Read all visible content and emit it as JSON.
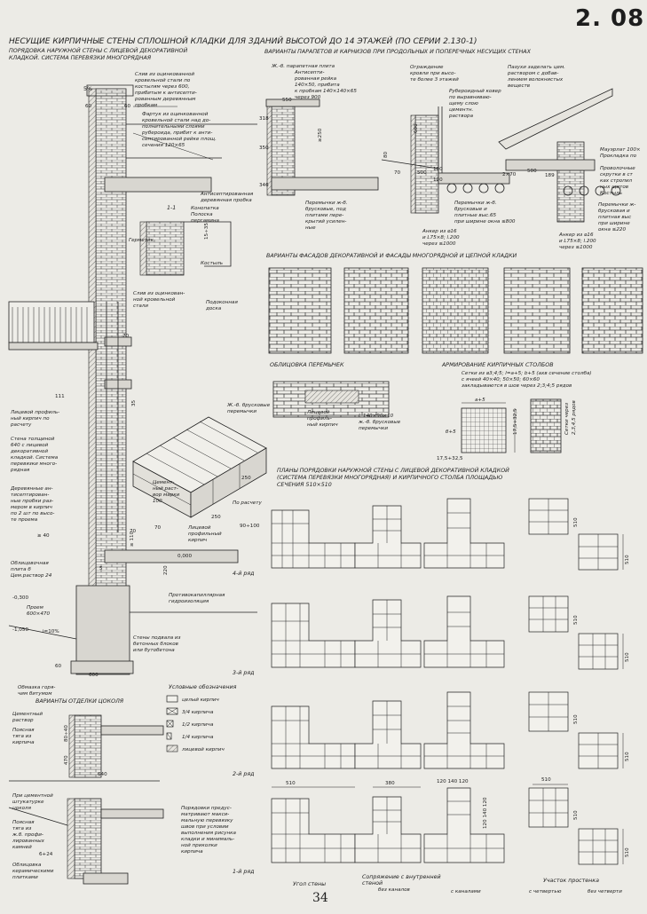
{
  "sheet_no": "2. 08",
  "page_number": "34",
  "title": "НЕСУЩИЕ КИРПИЧНЫЕ СТЕНЫ СПЛОШНОЙ КЛАДКИ ДЛЯ ЗДАНИЙ ВЫСОТОЙ ДО 14 ЭТАЖЕЙ (ПО СЕРИИ 2.130-1)",
  "left_heading": [
    "ПОРЯДОВКА НАРУЖНОЙ СТЕНЫ С ЛИЦЕВОЙ ДЕКОРАТИВНОЙ",
    "КЛАДКОЙ. СИСТЕМА ПЕРЕВЯЗКИ МНОГОРЯДНАЯ"
  ],
  "parapet_heading": "ВАРИАНТЫ ПАРАПЕТОВ И КАРНИЗОВ ПРИ ПРОДОЛЬНЫХ И ПОПЕРЕЧНЫХ НЕСУЩИХ СТЕНАХ",
  "facades_heading": "ВАРИАНТЫ ФАСАДОВ ДЕКОРАТИВНОЙ И ФАСАДЫ МНОГОРЯДНОЙ И ЦЕПНОЙ КЛАДКИ",
  "lintel_heading": "ОБЛИЦОВКА ПЕРЕМЫЧЕК",
  "pillar_heading": "АРМИРОВАНИЕ КИРПИЧНЫХ СТОЛБОВ",
  "pillar_note": [
    "Сетки из ⌀3;4;5; l=a+5; b+5 (ахв сечение столба)",
    "с ячеей 40×40; 50×50; 60×60",
    "закладываются в шов через 2;3;4;5 рядов"
  ],
  "plans_heading": [
    "ПЛАНЫ ПОРЯДОВКИ НАРУЖНОЙ СТЕНЫ С ЛИЦЕВОЙ ДЕКОРАТИВНОЙ КЛАДКОЙ",
    "(СИСТЕМА ПЕРЕВЯЗКИ МНОГОРЯДНАЯ) И КИРПИЧНОГО СТОЛБА ПЛОЩАДЬЮ",
    "СЕЧЕНИЯ 510×510"
  ],
  "plinth_heading": "ВАРИАНТЫ ОТДЕЛКИ ЦОКОЛЯ",
  "legend": {
    "title": "Условные обозначения",
    "items": [
      "целый кирпич",
      "3/4 кирпича",
      "1/2 кирпича",
      "1/4 кирпича",
      "лицевой кирпич"
    ]
  },
  "rows": [
    "4-й ряд",
    "3-й ряд",
    "2-й ряд",
    "1-й ряд"
  ],
  "bottom_captions": {
    "corner": "Угол стены",
    "junction": [
      "Сопряжение с внутренней",
      "стеной"
    ],
    "no_channels": "без каналов",
    "with_channels": "с каналами",
    "pier": "Участок простенка",
    "with_quarter": "с четвертью",
    "without_quarter": "без четверти"
  },
  "note_bottom": [
    "Порядовки предус-",
    "матривают макси-",
    "мальную перевязку",
    "швов при условии",
    "выполнения рисунка",
    "кладки и минималь-",
    "ной приколки",
    "кирпича"
  ],
  "labels": {
    "drip": [
      "Слив из оцинкованной",
      "кровельной стали по",
      "костылям через 600,",
      "прибитым к антисепти-",
      "рованным деревянным",
      "пробкам"
    ],
    "apron": [
      "Фартук из оцинкованной",
      "кровельной стали над до-",
      "полнительными слоями",
      "рубероида, прибит к анти-",
      "септированной рейке площ.",
      "сечения 120×65"
    ],
    "plug": [
      "Антисептированная",
      "деревянная пробка"
    ],
    "caulk": [
      "Конопатка",
      "Полоска",
      "пергамина"
    ],
    "sealant": "Герметик",
    "spike": "Костыль",
    "drip2": [
      "Слив из оцинкован-",
      "ной кровельной",
      "стали"
    ],
    "sill": [
      "Подоконная",
      "доска"
    ],
    "face_brick": [
      "Лицевой профиль-",
      "ный кирпич по",
      "расчету"
    ],
    "wall640": [
      "Стена толщиной",
      "640 с лицевой",
      "декоративной",
      "кладкой. Система",
      "перевязки много-",
      "рядная"
    ],
    "wood_plugs": [
      "Деревянные ан-",
      "тисептирован-",
      "ные пробки раз-",
      "мером в кирпич",
      "по 2 шт по высо-",
      "те проема"
    ],
    "facing_slab": [
      "Облицовочная",
      "плита б",
      "Цем.раствор 24"
    ],
    "opening": [
      "Проем",
      "600×470"
    ],
    "cement_mortar": [
      "Цемент-",
      "ный раст-",
      "вор марки",
      "100"
    ],
    "face_profile_brick": [
      "Лицевой",
      "профильный",
      "кирпич"
    ],
    "per_calc": "По расчету",
    "rc_lintels": [
      "Ж.-б. брусковые",
      "перемычки"
    ],
    "capillary": [
      "Противокапиллярная",
      "гидроизоляция"
    ],
    "basement": [
      "Стены подвала из",
      "бетонных блоков",
      "или бутобетона"
    ],
    "bitumen": [
      "Обмазка горя-",
      "чим битумом"
    ],
    "cement_mortar2": [
      "Цементный",
      "раствор"
    ],
    "belt": [
      "Поясная",
      "тяга из",
      "кирпича"
    ],
    "plaster": [
      "При цементной",
      "штукатурке",
      "цоколя"
    ],
    "belt2": [
      "Поясная",
      "тяга из",
      "ж.б. профи-",
      "лированных",
      "камней"
    ],
    "ceramic": [
      "Облицовка",
      "керамическими",
      "плитками"
    ],
    "parapet_slab": [
      "Ж.-б. парапетная плита",
      "Антисепти-",
      "рованная рейка",
      "140×50, прибита",
      "к пробкам 140×140×65",
      "через 900"
    ],
    "rc_lintels2": [
      "Перемычки ж-б.",
      "брусковые, под",
      "плитами пере-",
      "крытий усилен-",
      "ные"
    ],
    "roof_fence": [
      "Ограждение",
      "кровли при высо-",
      "те более 3 этажей"
    ],
    "roof_carpet": [
      "Рубероидный ковер",
      "по выравниваю-",
      "щему слою",
      "цементн.",
      "раствора"
    ],
    "grooves": [
      "Пазухи заделать цем.",
      "раствором с добав-",
      "лением волокнистых",
      "веществ"
    ],
    "lintel_block": [
      "Перемычки ж-б.",
      "брусковые и",
      "плитные выс.65",
      "при ширине окна ≤800"
    ],
    "anchor1": [
      "Анкер из ⌀16",
      "и L75×8; l.200",
      "через ≤1000"
    ],
    "mauerlat": [
      "Мауэрлат 100×",
      "Прокладка по",
      "",
      "Проволочные",
      "скрутки в ст",
      "ках стропил",
      "ных щитов",
      "Костыль"
    ],
    "lintel_block2": [
      "Перемычки ж-",
      "брусковая и",
      "плитная выс",
      "при ширине",
      "окна ≤220"
    ],
    "anchor2": [
      "Анкер из ⌀16",
      "и L75×8; l.200",
      "через ≤1000"
    ],
    "lintel_face": [
      "Лицевой",
      "профиль-",
      "ный кирпич"
    ],
    "lintel_steel": [
      "L 140×90×10",
      "ж.-б. брусковые",
      "перемычки"
    ],
    "mesh_a": "a+5",
    "mesh_b": "б+5",
    "mesh_note": [
      "Сетки через",
      "2,3,4,5 рядов"
    ],
    "mesh_dim1": "17,5+32,5",
    "mesh_dim2": "17,5+32,5",
    "section": "1-1"
  },
  "dims": {
    "slope": "5%",
    "d60a": "60",
    "d60b": "60",
    "d70": "70",
    "d15": "15÷35",
    "d111": "111",
    "d35": "35",
    "d40": "≥ 40",
    "d110": "≥ 110",
    "d70b": "70",
    "d70c": "70",
    "d5": "5",
    "d60c": "60",
    "d600": "600",
    "d220": "220",
    "elev0": "0,000",
    "elev_300": "-0,300",
    "elev_1050": "-1,050",
    "slope2": "i=10%",
    "d250a": "250",
    "d250b": "250",
    "d90": "90÷100",
    "d550": "550",
    "d318": "318",
    "d250c": "≥250",
    "d350": "350",
    "d346": "346",
    "d600b": "600",
    "d80": "80",
    "d500a": "500",
    "d190a": "190",
    "d120": "120",
    "d70d": "70",
    "d2x70": "2×70",
    "d500b": "500",
    "d189": "189",
    "d510a": "510",
    "d510b": "510",
    "d510c": "510",
    "d510d": "510",
    "d510e": "510",
    "d510f": "510",
    "d510g": "510",
    "d510h": "510",
    "d510i": "510",
    "d510j": "510",
    "d380": "380",
    "d120_140_120a": "120 140 120",
    "d120_140_120b": "120 140 120",
    "d470": "470",
    "d80b": "80÷40",
    "d640": "640",
    "d6_24": "6+24"
  }
}
